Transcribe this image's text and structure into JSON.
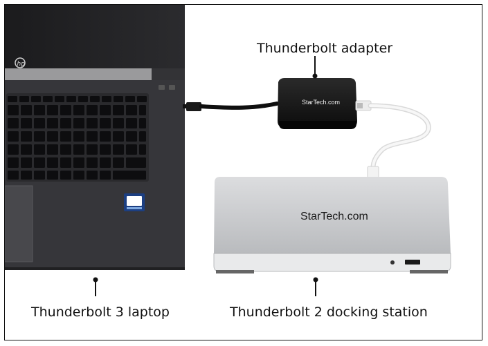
{
  "labels": {
    "adapter": "Thunderbolt adapter",
    "laptop": "Thunderbolt 3 laptop",
    "dock": "Thunderbolt 2 docking station"
  },
  "brand": {
    "adapter_brand": "StarTech.com",
    "dock_brand": "StarTech.com"
  },
  "colors": {
    "laptop_body": "#2e2e31",
    "keyboard_deck": "#38383b",
    "key": "#0d0d0f",
    "dock_body": "#c9cbcd",
    "dock_front": "#e9eaeb",
    "adapter_body": "#151515",
    "cable_black": "#111111",
    "cable_white": "#f2f2f2"
  }
}
